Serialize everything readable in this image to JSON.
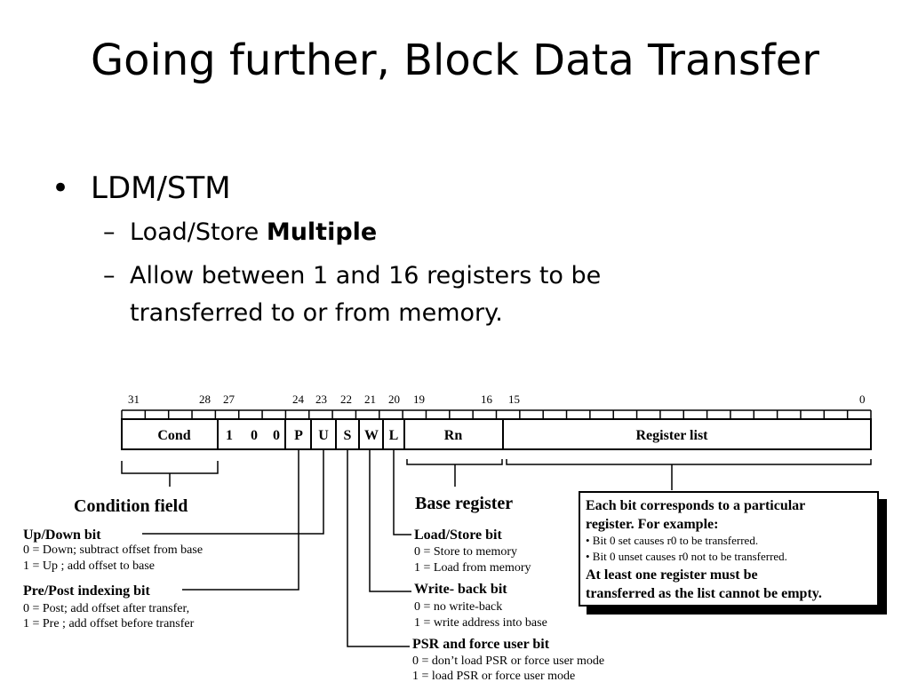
{
  "title": "Going further, Block Data Transfer",
  "bullets": {
    "item1": "LDM/STM",
    "sub1_prefix": "Load/Store ",
    "sub1_bold": "Multiple",
    "sub2_line1": "Allow between 1 and 16 registers to be",
    "sub2_line2": "transferred to or from memory.",
    "bullet_glyph": "•",
    "dash_glyph": "–"
  },
  "diagram": {
    "bit_numbers": {
      "b31": "31",
      "b28": "28",
      "b27": "27",
      "b24": "24",
      "b23": "23",
      "b22": "22",
      "b21": "21",
      "b20": "20",
      "b19": "19",
      "b16": "16",
      "b15": "15",
      "b0": "0"
    },
    "fields": {
      "cond": "Cond",
      "fixed1": "1",
      "fixed2": "0",
      "fixed3": "0",
      "p": "P",
      "u": "U",
      "s": "S",
      "w": "W",
      "l": "L",
      "rn": "Rn",
      "reglist": "Register list"
    },
    "labels": {
      "condition_field": "Condition field",
      "base_register": "Base register",
      "updown_title": "Up/Down bit",
      "updown_0": "0 = Down; subtract offset from base",
      "updown_1": "1 = Up ; add offset to base",
      "prepost_title": "Pre/Post indexing bit",
      "prepost_0": "0 = Post; add offset after transfer,",
      "prepost_1": "1 = Pre ; add offset before transfer",
      "loadstore_title": "Load/Store bit",
      "loadstore_0": "0 = Store to memory",
      "loadstore_1": "1 = Load from memory",
      "writeback_title": "Write- back bit",
      "writeback_0": "0 = no write-back",
      "writeback_1": "1 = write address into base",
      "psr_title": "PSR and force user bit",
      "psr_0": "0 = don’t load PSR or force user mode",
      "psr_1": "1 = load PSR or force user mode"
    },
    "callout": {
      "line1": "Each bit corresponds to a particular",
      "line2": "register. For example:",
      "line3": "• Bit 0 set causes r0 to be transferred.",
      "line4": "• Bit 0 unset causes r0 not to be transferred.",
      "line5": "At least one register must be",
      "line6": "transferred as the list cannot be empty."
    }
  }
}
